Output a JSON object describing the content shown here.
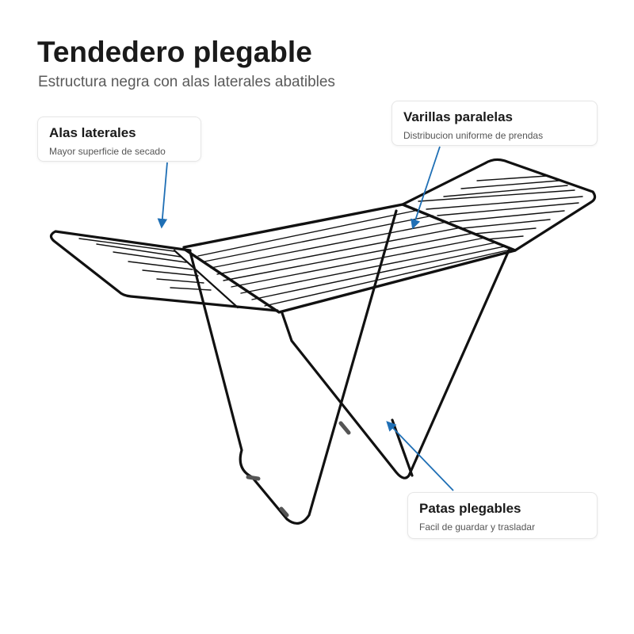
{
  "header": {
    "title": "Tendedero plegable",
    "subtitle": "Estructura negra con alas laterales abatibles"
  },
  "callouts": [
    {
      "title": "Alas laterales",
      "subtitle": "Mayor superficie de secado"
    },
    {
      "title": "Varillas paralelas",
      "subtitle": "Distribucion uniforme de prendas"
    },
    {
      "title": "Patas plegables",
      "subtitle": "Facil de guardar y trasladar"
    }
  ],
  "colors": {
    "frame": "#111111",
    "arrow": "#1f6fb5",
    "callout_border": "#e6e6e6"
  },
  "icons": {
    "product": "drying-rack-illustration",
    "pointer": "arrow-pointer-icon"
  }
}
